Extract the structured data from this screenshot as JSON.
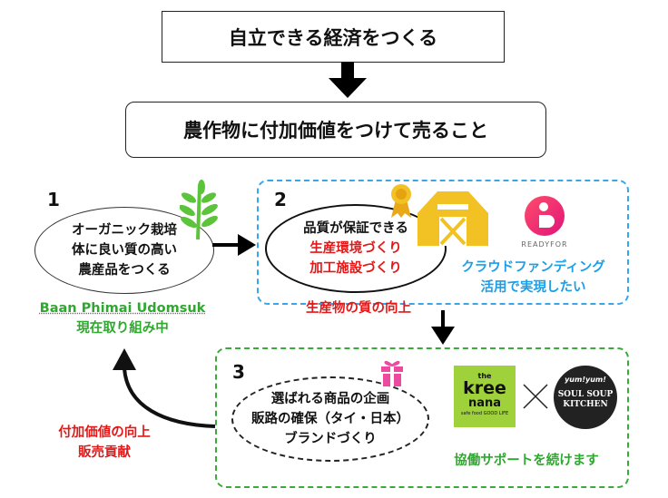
{
  "top": {
    "goal": "自立できる経済をつくる",
    "means": "農作物に付加価値をつけて売ること"
  },
  "step1": {
    "number": "1",
    "lines": [
      "オーガニック栽培",
      "体に良い質の高い",
      "農産品をつくる"
    ],
    "partner": "Baan Phimai Udomsuk",
    "status": "現在取り組み中"
  },
  "step2": {
    "number": "2",
    "lines": [
      "品質が保証できる",
      "生産環境づくり",
      "加工施設づくり"
    ],
    "crowdfunding": [
      "クラウドファンディング",
      "活用で実現したい"
    ],
    "logo": "READYFOR",
    "result": "生産物の質の向上"
  },
  "step3": {
    "number": "3",
    "lines": [
      "選ばれる商品の企画",
      "販路の確保（タイ・日本）",
      "ブランドづくり"
    ],
    "support": "協働サポートを続けます",
    "logo_kree": [
      "the",
      "kree",
      "nana",
      "safe food GOOD LIFE"
    ],
    "logo_soul": [
      "yum!yum!",
      "SOUL SOUP",
      "KITCHEN"
    ]
  },
  "feedback": [
    "付加価値の向上",
    "販売貢献"
  ],
  "colors": {
    "red": "#e31818",
    "green": "#2ea82e",
    "blue": "#1c9fe6",
    "kree_bg": "#9ed13a"
  }
}
